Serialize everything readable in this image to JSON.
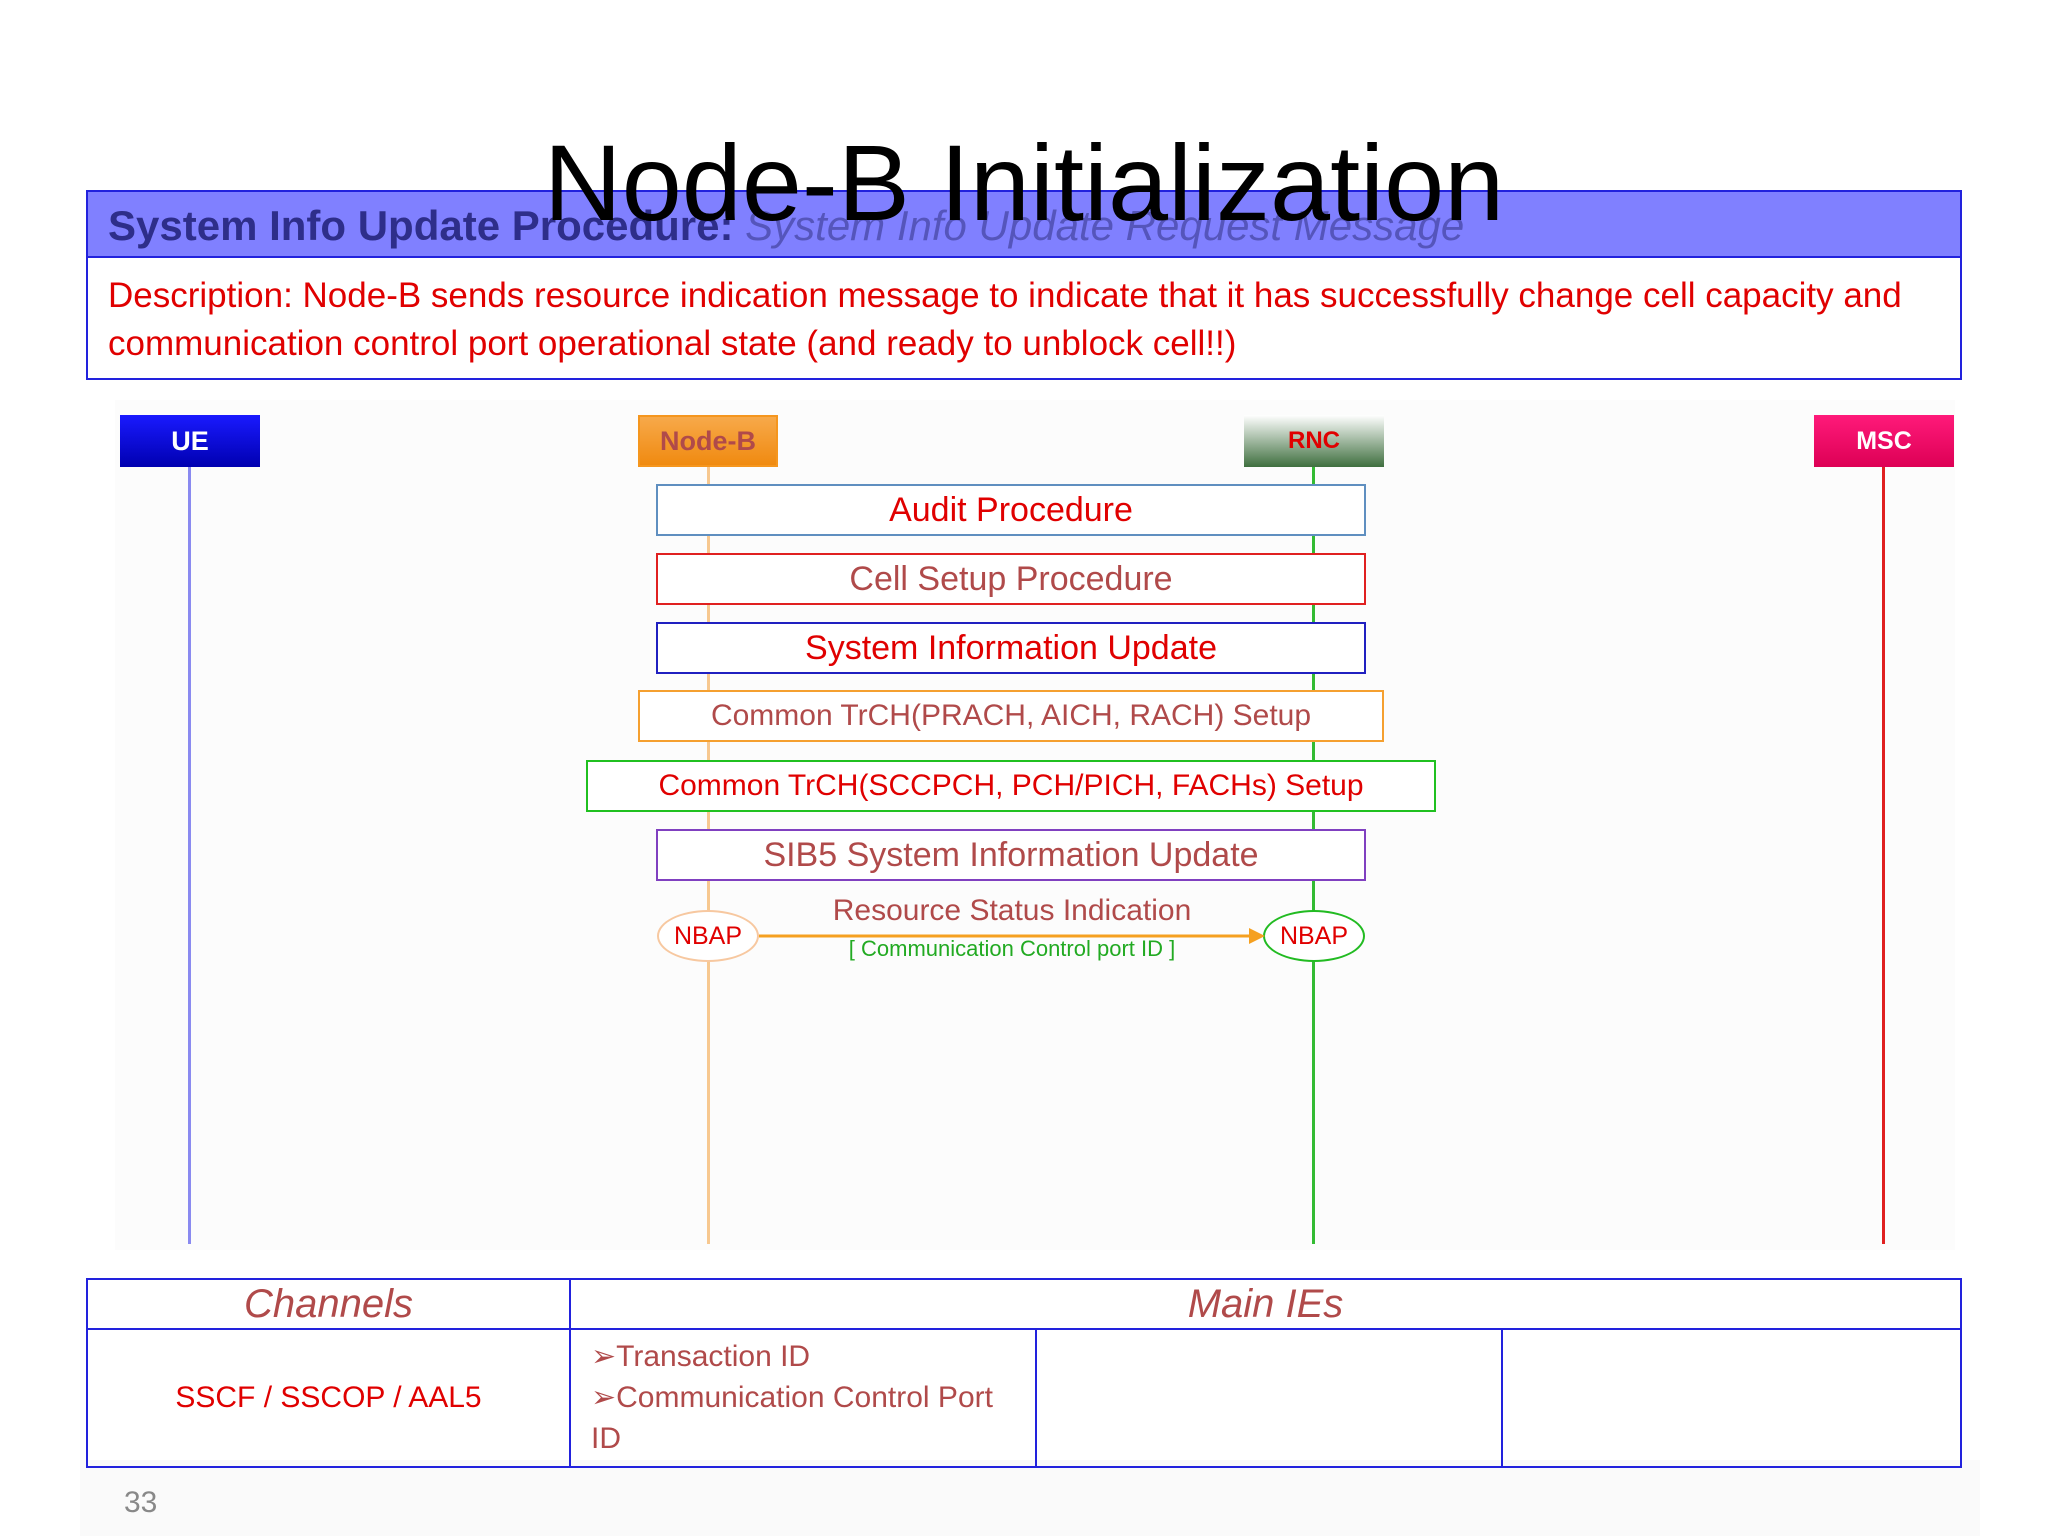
{
  "slide": {
    "title": "Node-B Initialization",
    "page_number": "33"
  },
  "header": {
    "procedure": "System Info Update Procedure:",
    "message": "System Info Update Request Message",
    "description": "Description: Node-B sends resource indication message to indicate that it has successfully change cell capacity and communication control port operational state (and ready to unblock cell!!)"
  },
  "entities": [
    {
      "id": "ue",
      "label": "UE",
      "color": "#0000dd"
    },
    {
      "id": "nodeb",
      "label": "Node-B",
      "color": "#f5961e"
    },
    {
      "id": "rnc",
      "label": "RNC",
      "color": "#3f6f3f"
    },
    {
      "id": "msc",
      "label": "MSC",
      "color": "#ee0066"
    }
  ],
  "procedures": [
    {
      "label": "Audit Procedure",
      "border": "#5f8fc0",
      "text": "#e00000"
    },
    {
      "label": "Cell Setup Procedure",
      "border": "#e02020",
      "text": "#b04a4a"
    },
    {
      "label": "System Information Update",
      "border": "#2020c0",
      "text": "#e00000"
    },
    {
      "label": "Common TrCH(PRACH, AICH, RACH) Setup",
      "border": "#f5a030",
      "text": "#b04a4a"
    },
    {
      "label": "Common TrCH(SCCPCH, PCH/PICH, FACHs) Setup",
      "border": "#20c020",
      "text": "#e00000"
    },
    {
      "label": "SIB5 System Information Update",
      "border": "#8040c0",
      "text": "#b04a4a"
    }
  ],
  "message": {
    "left_protocol": "NBAP",
    "right_protocol": "NBAP",
    "name": "Resource Status Indication",
    "params": "[ Communication Control port ID ]",
    "arrow_color": "#f5a020"
  },
  "table": {
    "channels_header": "Channels",
    "ies_header": "Main IEs",
    "channels_value": "SSCF / SSCOP / AAL5",
    "ies": [
      "➢Transaction ID",
      "➢Communication Control Port ID"
    ]
  }
}
